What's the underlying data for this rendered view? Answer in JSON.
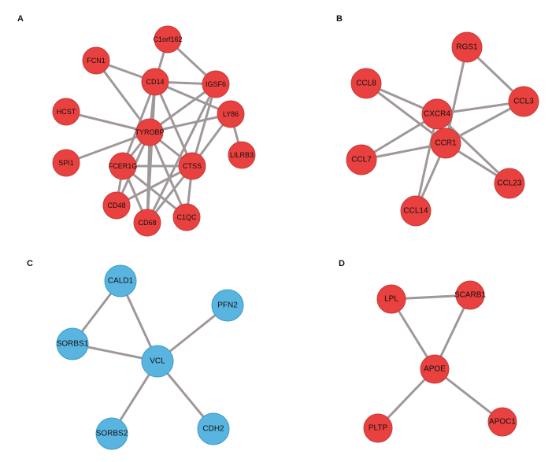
{
  "colors": {
    "red": "#e8413f",
    "blue": "#5ab4e0",
    "edge": "#a09898"
  },
  "panels": [
    {
      "id": "A",
      "label": "A",
      "color": "red",
      "nodes": [
        {
          "id": "C1orf162",
          "label": "C1orf162"
        },
        {
          "id": "FCN1",
          "label": "FCN1"
        },
        {
          "id": "CD14",
          "label": "CD14"
        },
        {
          "id": "IGSF6",
          "label": "IGSF6"
        },
        {
          "id": "HCST",
          "label": "HCST"
        },
        {
          "id": "LY86",
          "label": "LY86"
        },
        {
          "id": "TYROBP",
          "label": "TYROBP"
        },
        {
          "id": "LILRB3",
          "label": "LILRB3"
        },
        {
          "id": "SPI1",
          "label": "SPI1"
        },
        {
          "id": "FCER1G",
          "label": "FCER1G"
        },
        {
          "id": "CTSS",
          "label": "CTSS"
        },
        {
          "id": "CD48",
          "label": "CD48"
        },
        {
          "id": "CD68",
          "label": "CD68"
        },
        {
          "id": "C1QC",
          "label": "C1QC"
        }
      ],
      "edges": [
        [
          "C1orf162",
          "CD14"
        ],
        [
          "C1orf162",
          "IGSF6"
        ],
        [
          "FCN1",
          "CD14"
        ],
        [
          "FCN1",
          "TYROBP"
        ],
        [
          "CD14",
          "IGSF6"
        ],
        [
          "CD14",
          "LY86"
        ],
        [
          "CD14",
          "TYROBP"
        ],
        [
          "CD14",
          "FCER1G"
        ],
        [
          "CD14",
          "CTSS"
        ],
        [
          "CD14",
          "CD68"
        ],
        [
          "IGSF6",
          "TYROBP"
        ],
        [
          "IGSF6",
          "CTSS"
        ],
        [
          "IGSF6",
          "CD68"
        ],
        [
          "LY86",
          "TYROBP"
        ],
        [
          "LY86",
          "LILRB3"
        ],
        [
          "LY86",
          "CTSS"
        ],
        [
          "HCST",
          "TYROBP"
        ],
        [
          "SPI1",
          "TYROBP"
        ],
        [
          "TYROBP",
          "FCER1G"
        ],
        [
          "TYROBP",
          "CTSS"
        ],
        [
          "TYROBP",
          "CD48"
        ],
        [
          "TYROBP",
          "CD68"
        ],
        [
          "TYROBP",
          "C1QC"
        ],
        [
          "FCER1G",
          "CTSS"
        ],
        [
          "FCER1G",
          "CD68"
        ],
        [
          "FCER1G",
          "C1QC"
        ],
        [
          "FCER1G",
          "CD48"
        ],
        [
          "CTSS",
          "CD48"
        ],
        [
          "CTSS",
          "CD68"
        ],
        [
          "CTSS",
          "C1QC"
        ]
      ]
    },
    {
      "id": "B",
      "label": "B",
      "color": "red",
      "nodes": [
        {
          "id": "RGS1",
          "label": "RGS1"
        },
        {
          "id": "CCL8",
          "label": "CCL8"
        },
        {
          "id": "CCL3",
          "label": "CCL3"
        },
        {
          "id": "CXCR4",
          "label": "CXCR4"
        },
        {
          "id": "CCR1",
          "label": "CCR1"
        },
        {
          "id": "CCL7",
          "label": "CCL7"
        },
        {
          "id": "CCL23",
          "label": "CCL23"
        },
        {
          "id": "CCL14",
          "label": "CCL14"
        }
      ],
      "edges": [
        [
          "RGS1",
          "CCL3"
        ],
        [
          "RGS1",
          "CCR1"
        ],
        [
          "CCL8",
          "CXCR4"
        ],
        [
          "CCL8",
          "CCR1"
        ],
        [
          "CCL3",
          "CXCR4"
        ],
        [
          "CCL3",
          "CCR1"
        ],
        [
          "CXCR4",
          "CCR1"
        ],
        [
          "CXCR4",
          "CCL7"
        ],
        [
          "CXCR4",
          "CCL23"
        ],
        [
          "CXCR4",
          "CCL14"
        ],
        [
          "CCR1",
          "CCL7"
        ],
        [
          "CCR1",
          "CCL23"
        ],
        [
          "CCR1",
          "CCL14"
        ]
      ]
    },
    {
      "id": "C",
      "label": "C",
      "color": "blue",
      "nodes": [
        {
          "id": "CALD1",
          "label": "CALD1"
        },
        {
          "id": "PFN2",
          "label": "PFN2"
        },
        {
          "id": "SORBS1",
          "label": "SORBS1"
        },
        {
          "id": "VCL",
          "label": "VCL"
        },
        {
          "id": "SORBS2",
          "label": "SORBS2"
        },
        {
          "id": "CDH2",
          "label": "CDH2"
        }
      ],
      "edges": [
        [
          "CALD1",
          "SORBS1"
        ],
        [
          "CALD1",
          "VCL"
        ],
        [
          "SORBS1",
          "VCL"
        ],
        [
          "PFN2",
          "VCL"
        ],
        [
          "VCL",
          "SORBS2"
        ],
        [
          "VCL",
          "CDH2"
        ]
      ]
    },
    {
      "id": "D",
      "label": "D",
      "color": "red",
      "nodes": [
        {
          "id": "LPL",
          "label": "LPL"
        },
        {
          "id": "SCARB1",
          "label": "SCARB1"
        },
        {
          "id": "APOE",
          "label": "APOE"
        },
        {
          "id": "PLTP",
          "label": "PLTP"
        },
        {
          "id": "APOC1",
          "label": "APOC1"
        }
      ],
      "edges": [
        [
          "LPL",
          "SCARB1"
        ],
        [
          "LPL",
          "APOE"
        ],
        [
          "SCARB1",
          "APOE"
        ],
        [
          "APOE",
          "PLTP"
        ],
        [
          "APOE",
          "APOC1"
        ]
      ]
    }
  ]
}
